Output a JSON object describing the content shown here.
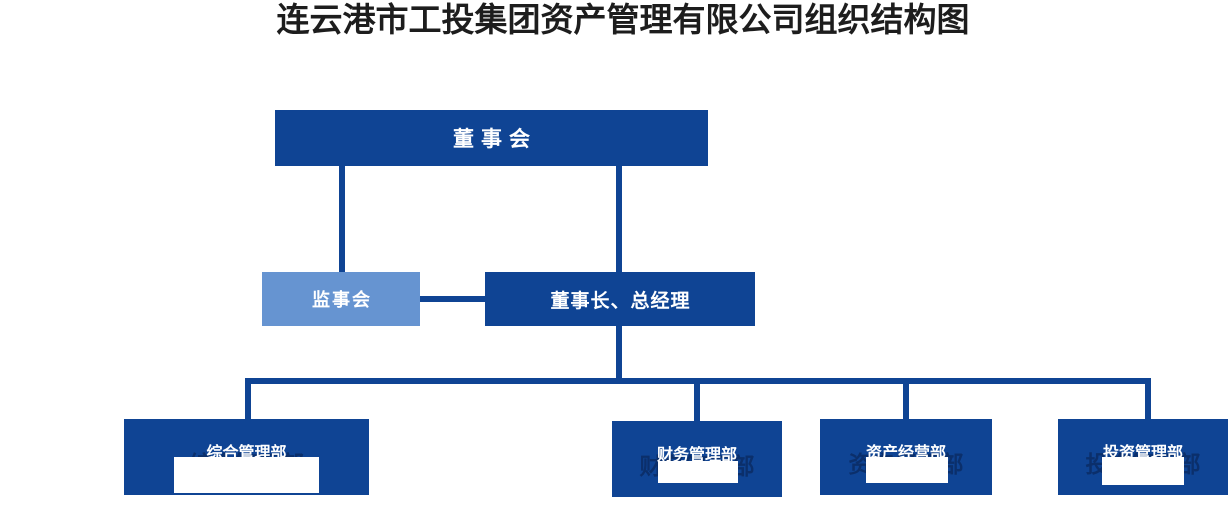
{
  "title": "连云港市工投集团资产管理有限公司组织结构图",
  "colors": {
    "primary_dark_blue": "#0f4494",
    "secondary_light_blue": "#6694d1",
    "text_on_fill": "#ffffff",
    "title_text": "#1d1d1d",
    "background": "#ffffff"
  },
  "nodes": {
    "board": {
      "label": "董事会"
    },
    "supervisors": {
      "label": "监事会"
    },
    "chairman": {
      "label": "董事长、总经理"
    }
  },
  "departments": [
    {
      "label": "综合管理部",
      "shadow_label": "综合管理部"
    },
    {
      "label": "财务管理部",
      "shadow_label": "财务管理部"
    },
    {
      "label": "资产经营部",
      "shadow_label": "资产经营部"
    },
    {
      "label": "投资管理部",
      "shadow_label": "投资管理部"
    }
  ],
  "chart_data": {
    "type": "diagram",
    "title": "连云港市工投集团资产管理有限公司组织结构图",
    "levels": [
      {
        "level": 1,
        "nodes": [
          "董事会"
        ]
      },
      {
        "level": 2,
        "nodes": [
          "监事会",
          "董事长、总经理"
        ]
      },
      {
        "level": 3,
        "nodes": [
          "综合管理部",
          "财务管理部",
          "资产经营部",
          "投资管理部"
        ]
      }
    ],
    "edges": [
      {
        "from": "董事会",
        "to": "监事会"
      },
      {
        "from": "董事会",
        "to": "董事长、总经理"
      },
      {
        "from": "监事会",
        "to": "董事长、总经理"
      },
      {
        "from": "董事长、总经理",
        "to": "综合管理部"
      },
      {
        "from": "董事长、总经理",
        "to": "财务管理部"
      },
      {
        "from": "董事长、总经理",
        "to": "资产经营部"
      },
      {
        "from": "董事长、总经理",
        "to": "投资管理部"
      }
    ]
  }
}
